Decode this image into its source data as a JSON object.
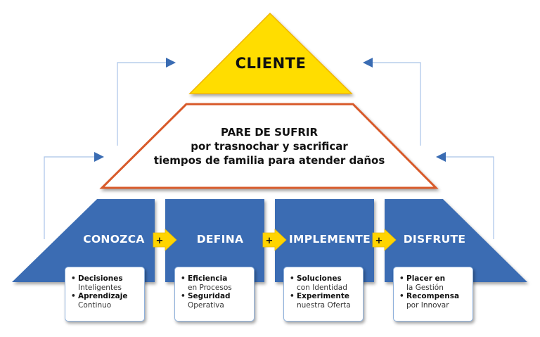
{
  "apex": {
    "title": "CLIENTE",
    "fill": "#ffdd00"
  },
  "promise": {
    "line1": "PARE DE SUFRIR",
    "line2": "por trasnochar y sacrificar",
    "line3": "tiempos de familia para atender daños",
    "border_color": "#d85a2a"
  },
  "colors": {
    "stage_fill": "#3a6cb3",
    "connector_line": "#a9c3e8",
    "arrowhead": "#3a6cb3",
    "plus_arrow": "#ffd400"
  },
  "connector_symbol": "+",
  "stages": [
    {
      "title": "CONOZCA",
      "items": [
        {
          "bold": "Decisiones",
          "sub": "Inteligentes"
        },
        {
          "bold": "Aprendizaje",
          "sub": "Continuo"
        }
      ]
    },
    {
      "title": "DEFINA",
      "items": [
        {
          "bold": "Eficiencia",
          "sub": "en Procesos"
        },
        {
          "bold": "Seguridad",
          "sub": "Operativa"
        }
      ]
    },
    {
      "title": "IMPLEMENTE",
      "items": [
        {
          "bold": "Soluciones",
          "sub": "con Identidad"
        },
        {
          "bold": "Experimente",
          "sub": "nuestra Oferta"
        }
      ]
    },
    {
      "title": "DISFRUTE",
      "items": [
        {
          "bold": "Placer en",
          "sub": "la Gestión"
        },
        {
          "bold": "Recompensa",
          "sub": "por Innovar"
        }
      ]
    }
  ],
  "bullet": "•"
}
